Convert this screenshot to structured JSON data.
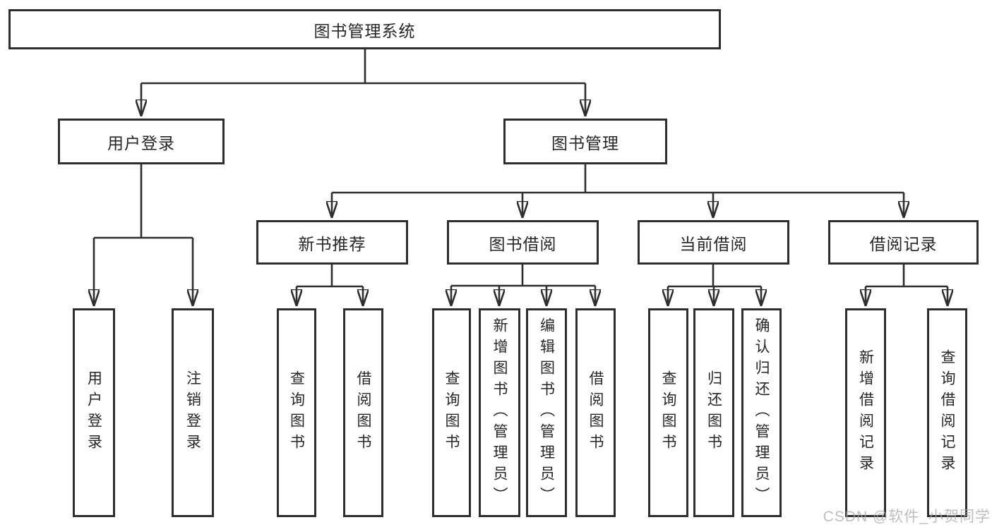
{
  "diagram": {
    "root": {
      "label": "图书管理系统"
    },
    "level2": [
      {
        "label": "用户登录"
      },
      {
        "label": "图书管理"
      }
    ],
    "level3": [
      {
        "label": "新书推荐"
      },
      {
        "label": "图书借阅"
      },
      {
        "label": "当前借阅"
      },
      {
        "label": "借阅记录"
      }
    ],
    "leaves": [
      {
        "label": "用户登录"
      },
      {
        "label": "注销登录"
      },
      {
        "label": "查询图书"
      },
      {
        "label": "借阅图书"
      },
      {
        "label": "查询图书"
      },
      {
        "label": "新增图书（管理员）"
      },
      {
        "label": "编辑图书（管理员）"
      },
      {
        "label": "借阅图书"
      },
      {
        "label": "查询图书"
      },
      {
        "label": "归还图书"
      },
      {
        "label": "确认归还（管理员）"
      },
      {
        "label": "新增借阅记录"
      },
      {
        "label": "查询借阅记录"
      }
    ]
  },
  "watermark": {
    "text": "CSDN @软件_小贺同学"
  },
  "colors": {
    "line": "#2e2e2e",
    "text": "#262626",
    "background": "#ffffff",
    "watermark": "#a9a9a9"
  }
}
